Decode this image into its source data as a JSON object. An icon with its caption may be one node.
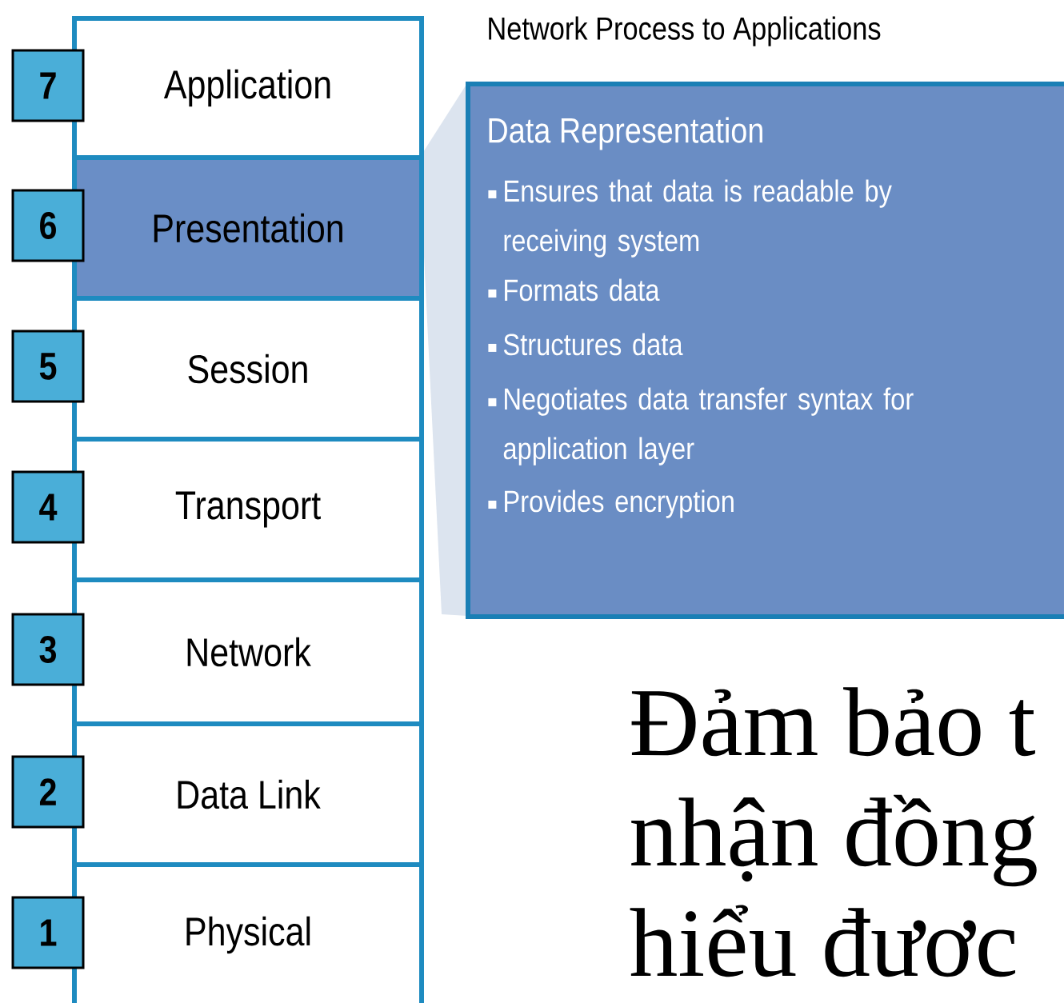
{
  "diagram": {
    "nodes": [
      {
        "text": [
          "Application"
        ]
      },
      {
        "text": [
          "Presentation"
        ]
      },
      {
        "text": [
          "Session"
        ]
      },
      {
        "text": [
          "Transport"
        ]
      },
      {
        "text": [
          "Network"
        ]
      },
      {
        "text": [
          "Data Link"
        ]
      },
      {
        "text": [
          "Physical"
        ]
      },
      {
        "text": [
          "7"
        ]
      },
      {
        "text": [
          "6"
        ]
      },
      {
        "text": [
          "5"
        ]
      },
      {
        "text": [
          "4"
        ]
      },
      {
        "text": [
          "3"
        ]
      },
      {
        "text": [
          "2"
        ]
      },
      {
        "text": [
          "1"
        ]
      },
      {
        "text": [
          "Network Process to Applications",
          "Data Representation",
          "Ensures that data is readable by receiving system",
          "Formats data",
          "Structures data",
          "Negotiates data transfer syntax for application layer",
          "Provides encryption"
        ]
      }
    ],
    "labels": [
      "Đảm bảo t",
      "nhận đồng",
      "hiểu đươc"
    ]
  }
}
